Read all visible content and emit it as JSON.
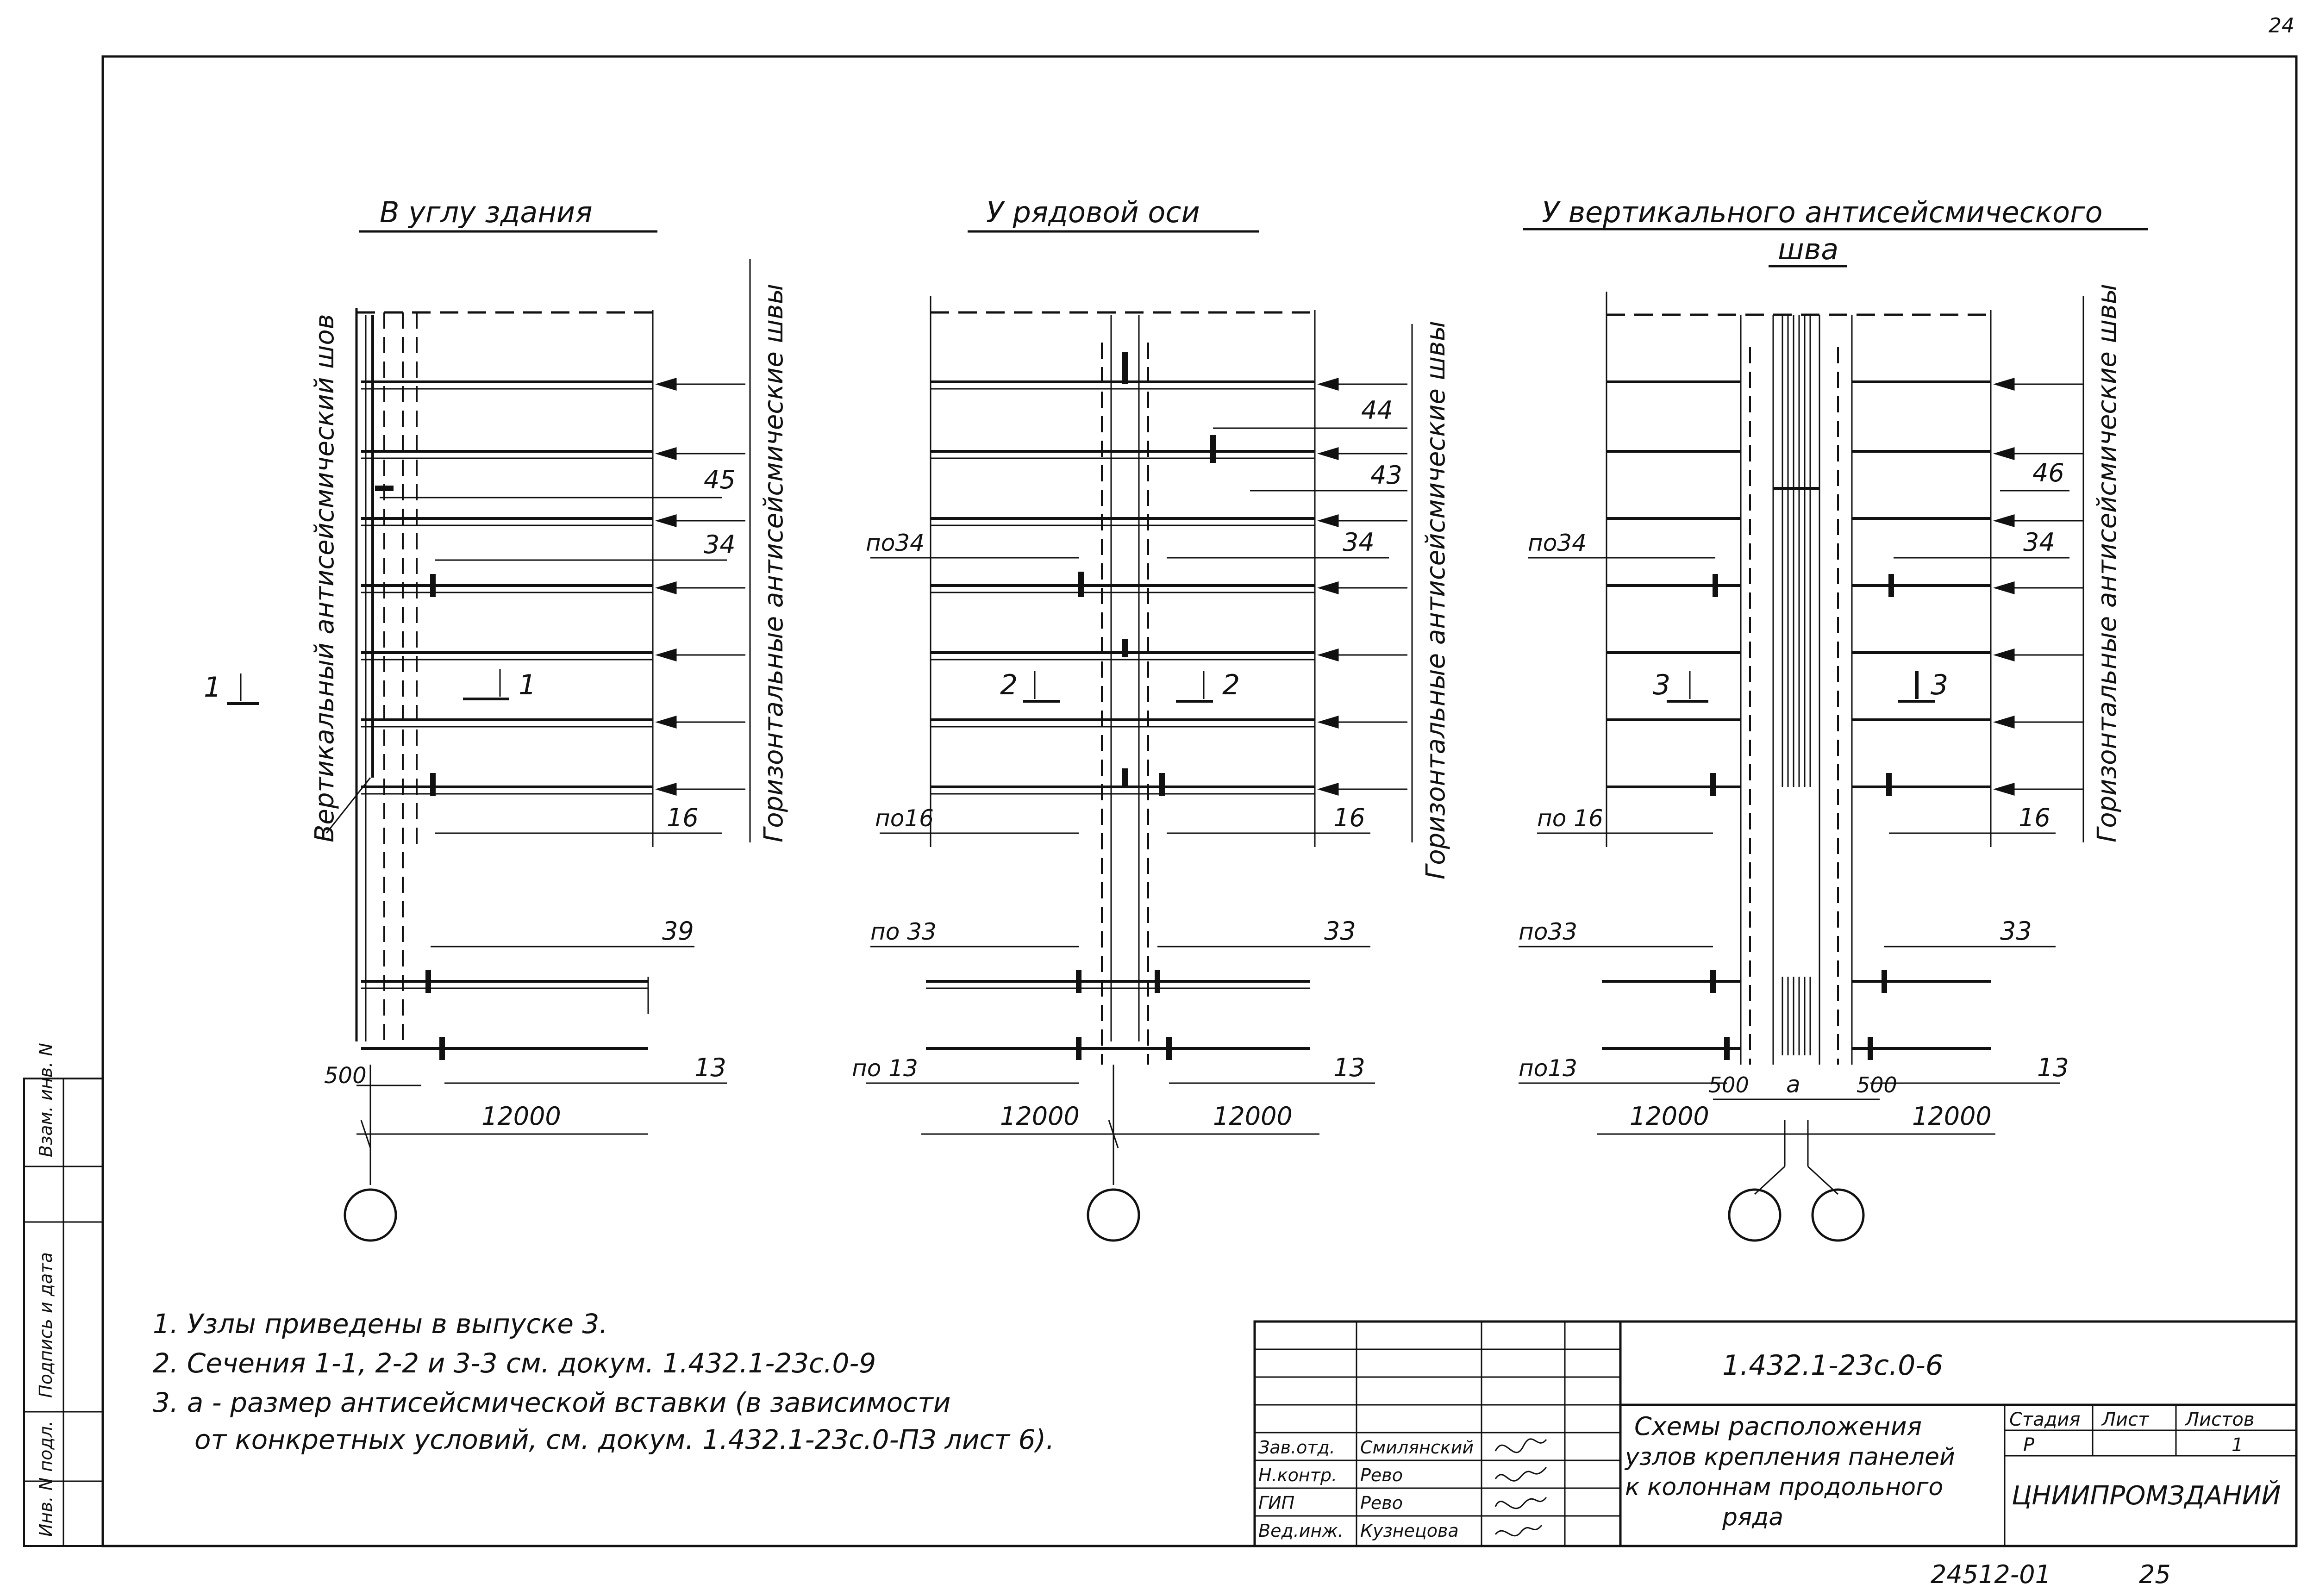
{
  "page_number_top": "24",
  "drawing": {
    "left": {
      "title": "В углу здания",
      "vertical_label": "Вертикальный антисейсмический шов",
      "right_label": "Горизонтальные антисейсмические швы",
      "section_left": "1",
      "section_mid": "1",
      "callouts": [
        "45",
        "34",
        "16",
        "39",
        "13"
      ],
      "dim_small": "500",
      "dim_main": "12000"
    },
    "middle": {
      "title": "У рядовой оси",
      "right_label": "Горизонтальные антисейсмические швы",
      "section_left": "2",
      "section_right": "2",
      "callouts_right": [
        "44",
        "43",
        "34",
        "16",
        "33",
        "13"
      ],
      "callouts_left": [
        "по34",
        "по16",
        "по 33",
        "по 13"
      ],
      "dim_left": "12000",
      "dim_right": "12000"
    },
    "right": {
      "title_line1": "У вертикального антисейсмического",
      "title_line2": "шва",
      "right_label": "Горизонтальные антисейсмические швы",
      "section_left": "3",
      "section_right": "3",
      "callouts_right": [
        "46",
        "34",
        "16",
        "33",
        "13"
      ],
      "callouts_left": [
        "по34",
        "по 16",
        "по33",
        "по13"
      ],
      "dim_small_left": "500",
      "dim_a": "a",
      "dim_small_right": "500",
      "dim_left": "12000",
      "dim_right": "12000"
    }
  },
  "notes": [
    "1. Узлы приведены в выпуске 3.",
    "2. Сечения 1-1, 2-2 и 3-3 см. докум. 1.432.1-23с.0-9",
    "3. a - размер антисейсмической вставки (в зависимости",
    "от конкретных условий, см. докум. 1.432.1-23с.0-ПЗ лист 6)."
  ],
  "side_strip": [
    "Инв. N подл.",
    "Подпись и дата",
    "Взам. инв. N"
  ],
  "title_block": {
    "doc_code": "1.432.1-23с.0-6",
    "title_lines": [
      "Схемы расположения",
      "узлов крепления панелей",
      "к колоннам продольного",
      "ряда"
    ],
    "stage_header": "Стадия",
    "sheet_header": "Лист",
    "sheets_header": "Листов",
    "stage": "Р",
    "sheets": "1",
    "organization": "ЦНИИПРОМЗДАНИЙ",
    "roles": [
      {
        "role": "Зав.отд.",
        "name": "Смилянский"
      },
      {
        "role": "Н.контр.",
        "name": "Рево"
      },
      {
        "role": "ГИП",
        "name": "Рево"
      },
      {
        "role": "Вед.инж.",
        "name": "Кузнецова"
      }
    ]
  },
  "footer": {
    "archive_number": "24512-01",
    "page": "25"
  }
}
